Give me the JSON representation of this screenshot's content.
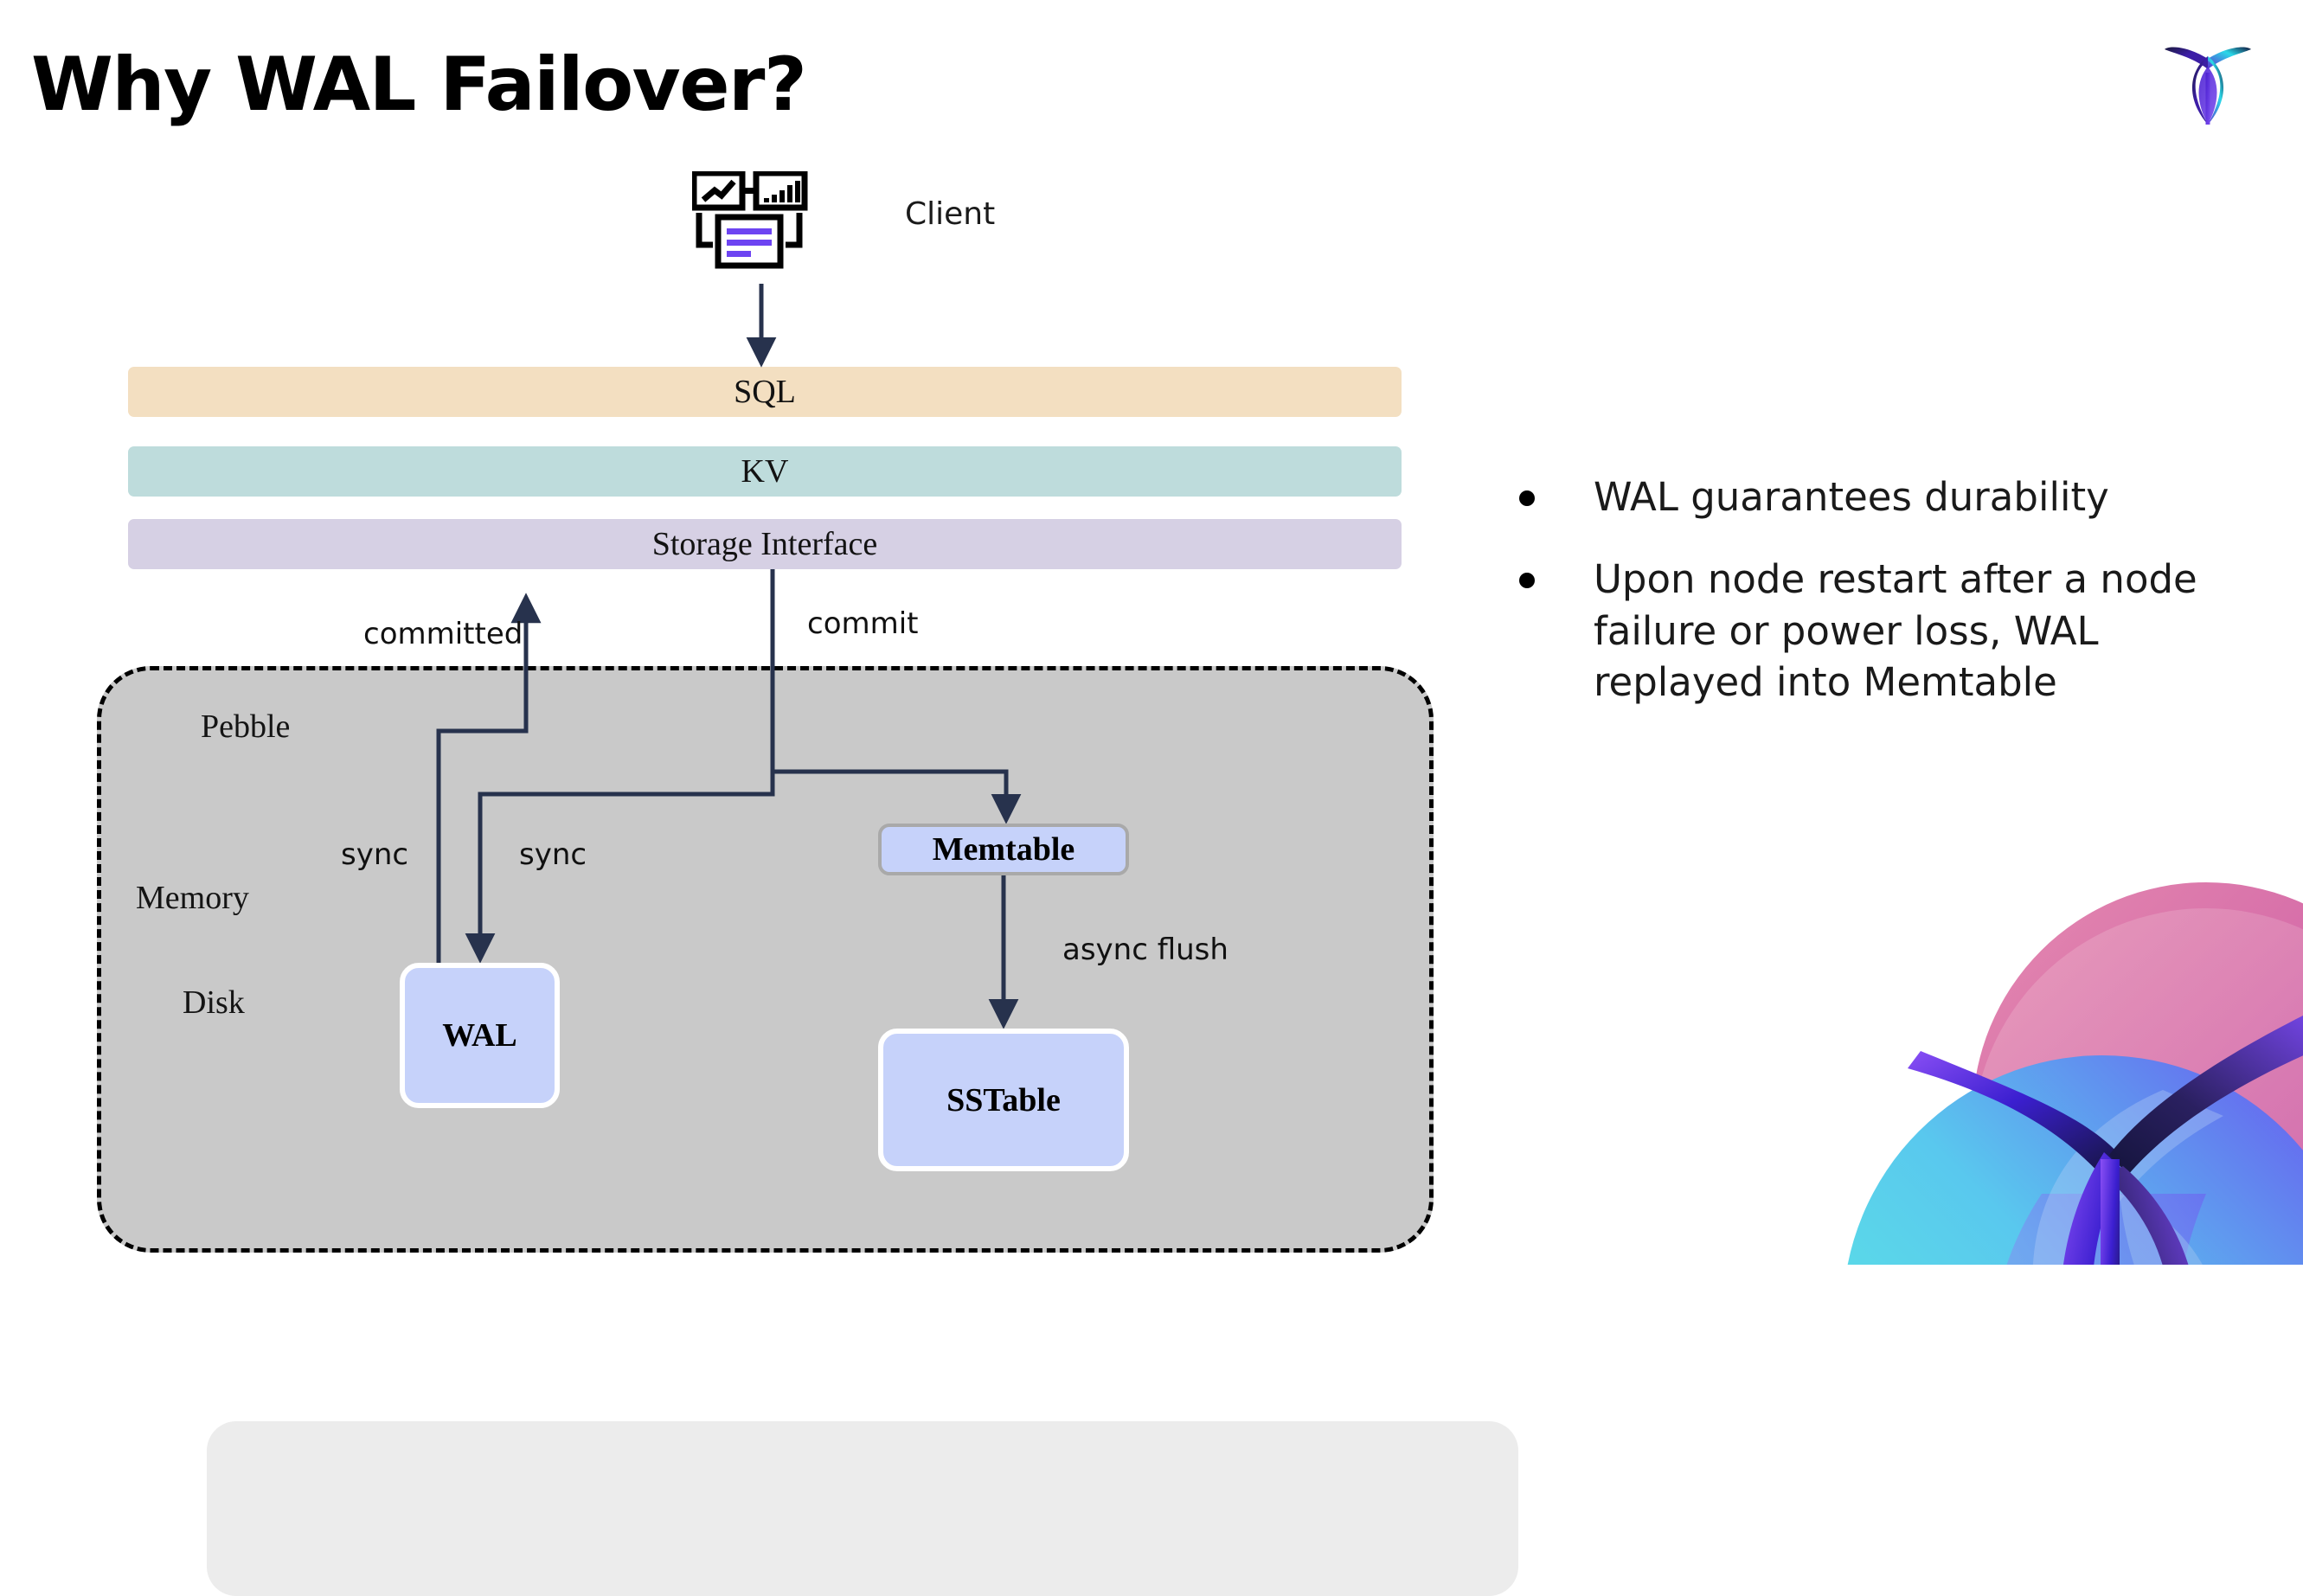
{
  "slide": {
    "title": "Why WAL Failover?"
  },
  "brand": {
    "logo_icon": "cockroach-logo-icon",
    "decor_icon": "decorative-gradient-circles"
  },
  "diagram": {
    "client": {
      "icon": "client-dashboard-icon",
      "label": "Client"
    },
    "layers": [
      {
        "label": "SQL",
        "color": "#f3dfc1"
      },
      {
        "label": "KV",
        "color": "#bedcdc"
      },
      {
        "label": "Storage Interface",
        "color": "#d6d0e4"
      }
    ],
    "pebble": {
      "label": "Pebble",
      "memory_label": "Memory",
      "disk_label": "Disk",
      "fill": "#c9c9c9",
      "memory_fill": "#ececec"
    },
    "stores": [
      {
        "label": "Memtable",
        "color": "#c6d2fa"
      },
      {
        "label": "WAL",
        "color": "#c6d2fa"
      },
      {
        "label": "SSTable",
        "color": "#c6d2fa"
      }
    ],
    "edges": [
      {
        "label": "committed",
        "from": "WAL",
        "to": "Storage Interface"
      },
      {
        "label": "commit",
        "from": "Storage Interface",
        "to": "Memtable"
      },
      {
        "label": "sync",
        "from": "Storage Interface",
        "to": "WAL"
      },
      {
        "label": "sync",
        "from": "Storage Interface",
        "to": "WAL"
      },
      {
        "label": "async flush",
        "from": "Memtable",
        "to": "SSTable"
      }
    ],
    "arrow_color": "#27324d"
  },
  "bullets": [
    "WAL guarantees durability",
    "Upon node restart after a node failure or power loss, WAL replayed into Memtable"
  ]
}
